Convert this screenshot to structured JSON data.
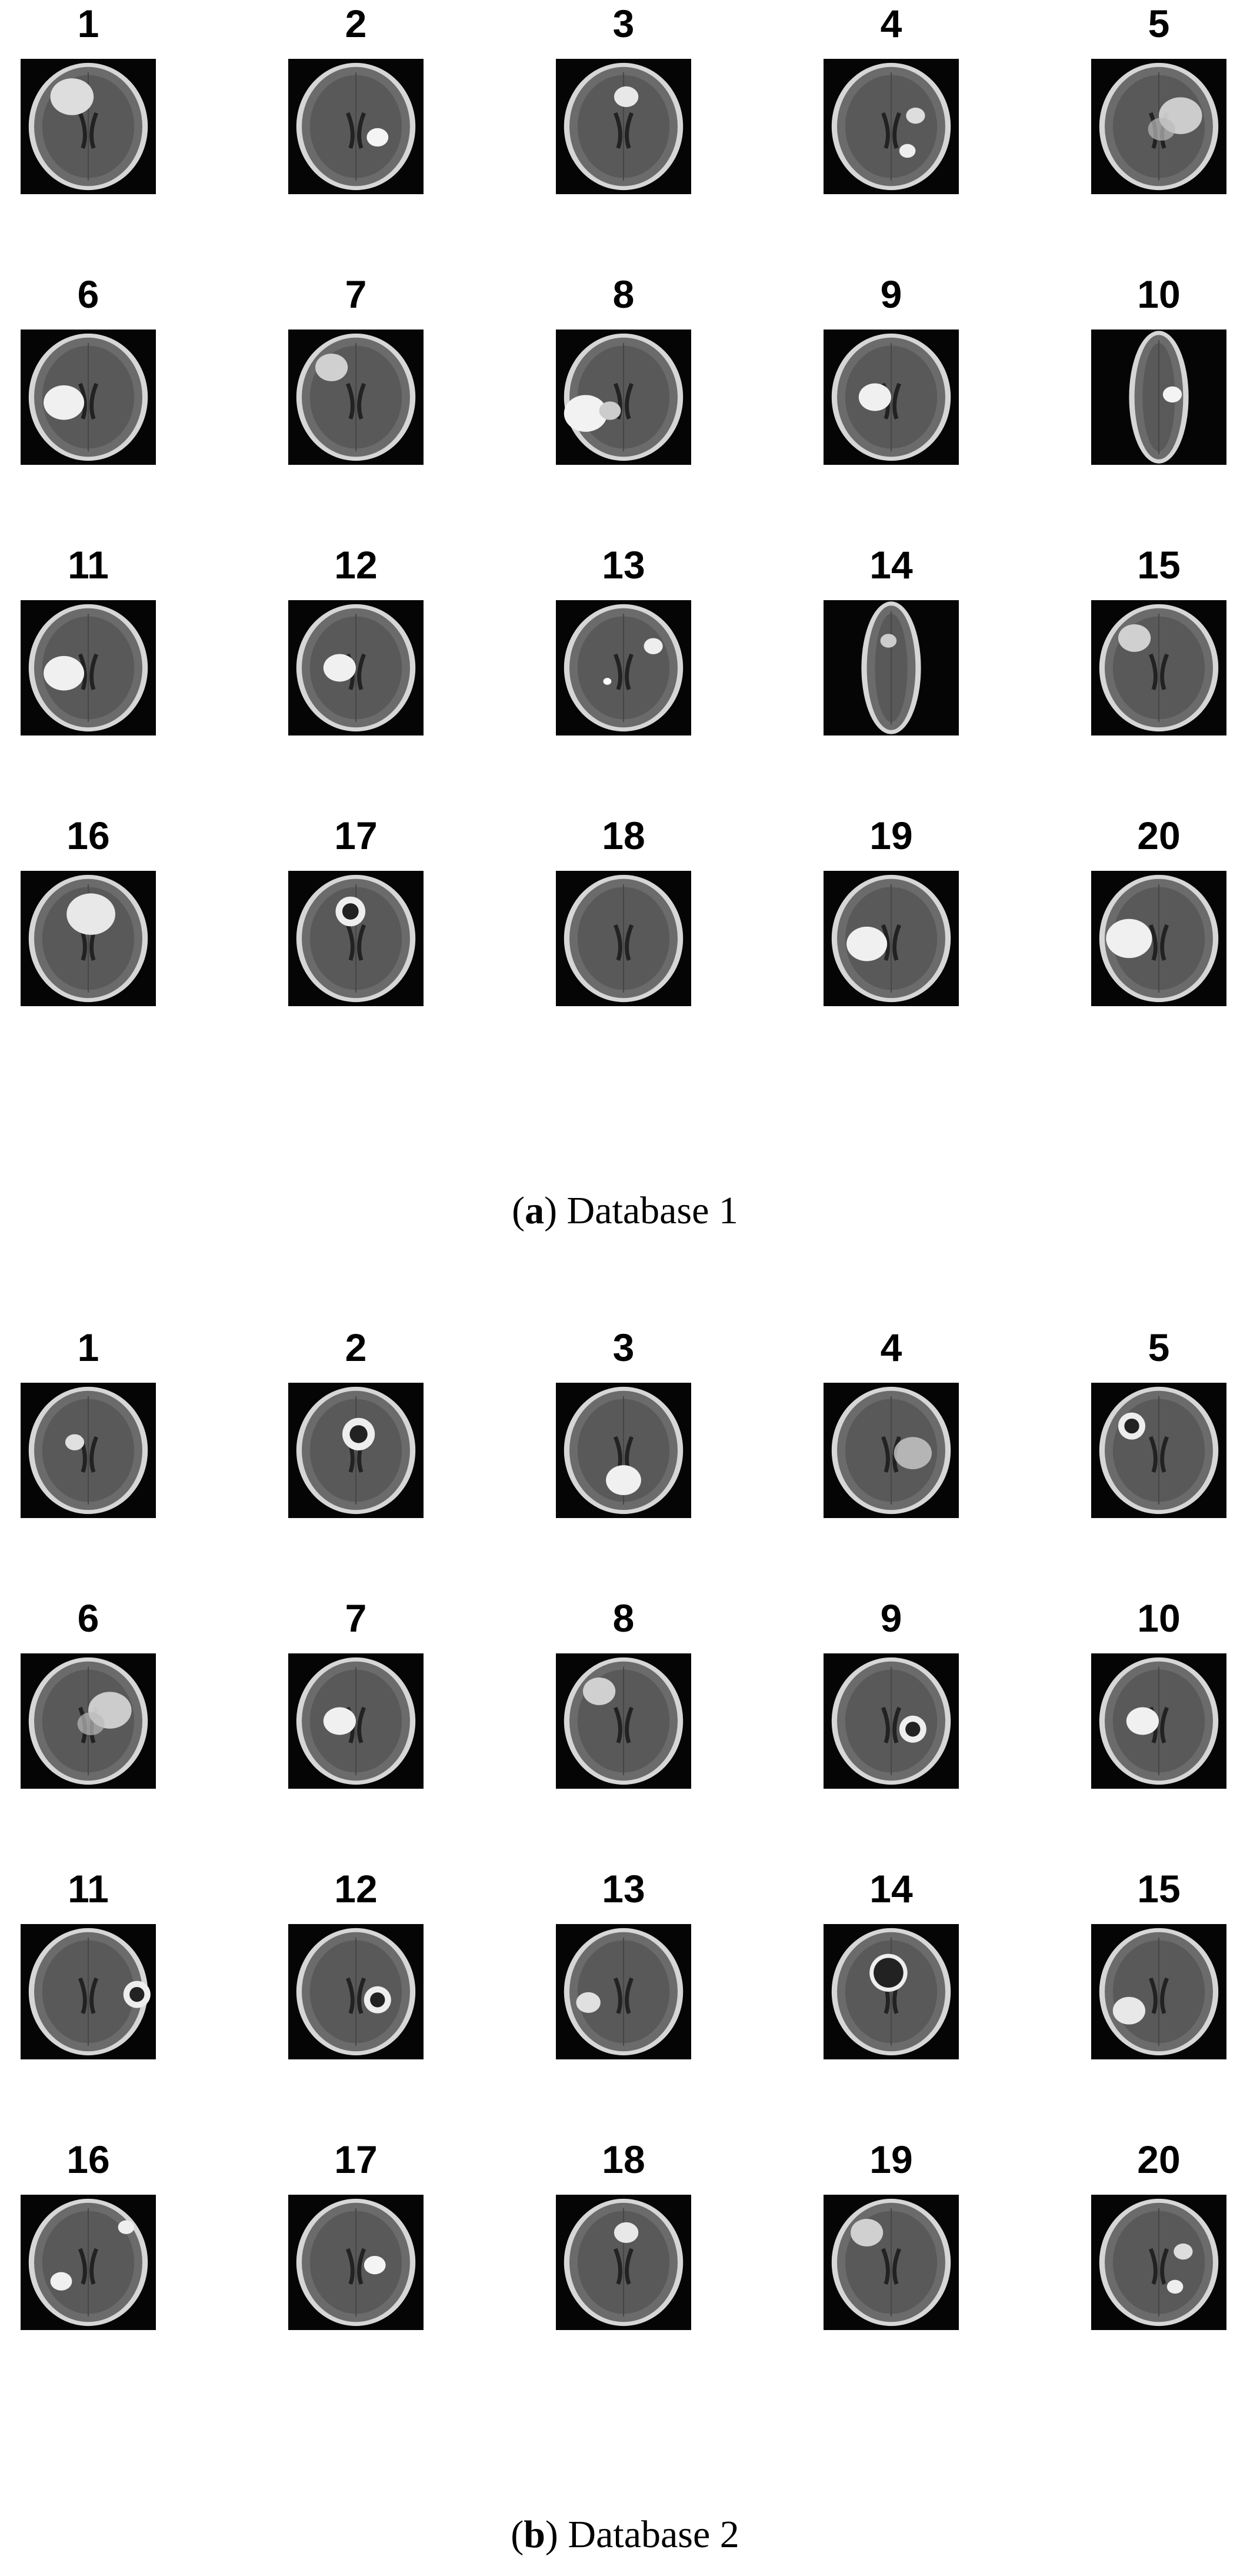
{
  "panels": [
    {
      "id": "a",
      "caption_letter": "a",
      "caption_text": "Database 1",
      "images": [
        {
          "number": "1",
          "tumor": "frontal-left-bright"
        },
        {
          "number": "2",
          "tumor": "small-right"
        },
        {
          "number": "3",
          "tumor": "frontal-mid"
        },
        {
          "number": "4",
          "tumor": "right-multi"
        },
        {
          "number": "5",
          "tumor": "right-large"
        },
        {
          "number": "6",
          "tumor": "left-large"
        },
        {
          "number": "7",
          "tumor": "frontal-left"
        },
        {
          "number": "8",
          "tumor": "left-large-edge"
        },
        {
          "number": "9",
          "tumor": "left-center"
        },
        {
          "number": "10",
          "tumor": "narrow-right"
        },
        {
          "number": "11",
          "tumor": "left-large"
        },
        {
          "number": "12",
          "tumor": "left-center"
        },
        {
          "number": "13",
          "tumor": "right-small-ring"
        },
        {
          "number": "14",
          "tumor": "narrow-top"
        },
        {
          "number": "15",
          "tumor": "frontal-left"
        },
        {
          "number": "16",
          "tumor": "frontal-mid-large"
        },
        {
          "number": "17",
          "tumor": "frontal-ring"
        },
        {
          "number": "18",
          "tumor": "none"
        },
        {
          "number": "19",
          "tumor": "left-large"
        },
        {
          "number": "20",
          "tumor": "left-large-bright"
        }
      ]
    },
    {
      "id": "b",
      "caption_letter": "b",
      "caption_text": "Database 2",
      "images": [
        {
          "number": "1",
          "tumor": "coronal-left"
        },
        {
          "number": "2",
          "tumor": "center-ring"
        },
        {
          "number": "3",
          "tumor": "posterior-large"
        },
        {
          "number": "4",
          "tumor": "right-diffuse"
        },
        {
          "number": "5",
          "tumor": "left-ring"
        },
        {
          "number": "6",
          "tumor": "right-large"
        },
        {
          "number": "7",
          "tumor": "left-center"
        },
        {
          "number": "8",
          "tumor": "frontal-left"
        },
        {
          "number": "9",
          "tumor": "right-ring"
        },
        {
          "number": "10",
          "tumor": "left-center"
        },
        {
          "number": "11",
          "tumor": "right-ring-edge"
        },
        {
          "number": "12",
          "tumor": "right-ring"
        },
        {
          "number": "13",
          "tumor": "left-small"
        },
        {
          "number": "14",
          "tumor": "frontal-ring-dark"
        },
        {
          "number": "15",
          "tumor": "left-posterior"
        },
        {
          "number": "16",
          "tumor": "left-multi"
        },
        {
          "number": "17",
          "tumor": "right-small"
        },
        {
          "number": "18",
          "tumor": "frontal-mid"
        },
        {
          "number": "19",
          "tumor": "frontal-left"
        },
        {
          "number": "20",
          "tumor": "right-multi"
        }
      ]
    }
  ]
}
